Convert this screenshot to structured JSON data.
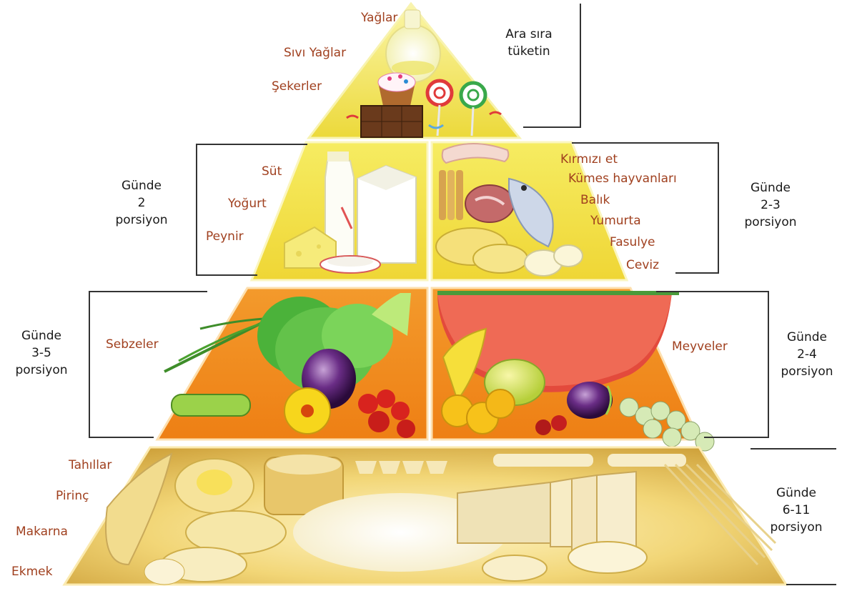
{
  "top": {
    "items": [
      "Yağlar",
      "Sıvı Yağlar",
      "Şekerler"
    ],
    "serving": [
      "Ara sıra",
      "tüketin"
    ]
  },
  "dairy": {
    "items": [
      "Süt",
      "Yoğurt",
      "Peynir"
    ],
    "serving": [
      "Günde",
      "2",
      "porsiyon"
    ]
  },
  "protein": {
    "items": [
      "Kırmızı et",
      "Kümes hayvanları",
      "Balık",
      "Yumurta",
      "Fasulye",
      "Ceviz"
    ],
    "serving": [
      "Günde",
      "2-3",
      "porsiyon"
    ]
  },
  "vegetables": {
    "items": [
      "Sebzeler"
    ],
    "serving": [
      "Günde",
      "3-5",
      "porsiyon"
    ]
  },
  "fruits": {
    "items": [
      "Meyveler"
    ],
    "serving": [
      "Günde",
      "2-4",
      "porsiyon"
    ]
  },
  "grains": {
    "items": [
      "Tahıllar",
      "Pirinç",
      "Makarna",
      "Ekmek"
    ],
    "serving": [
      "Günde",
      "6-11",
      "porsiyon"
    ]
  },
  "colors": {
    "top_tier": "#f2e34a",
    "dairy_tier": "#f4e448",
    "protein_tier": "#f1df42",
    "vegetable_tier": "#f08a1e",
    "fruit_tier": "#f2901f",
    "grain_tier": "#dcb84a",
    "label_text": "#a0401f",
    "bracket": "#333333"
  }
}
